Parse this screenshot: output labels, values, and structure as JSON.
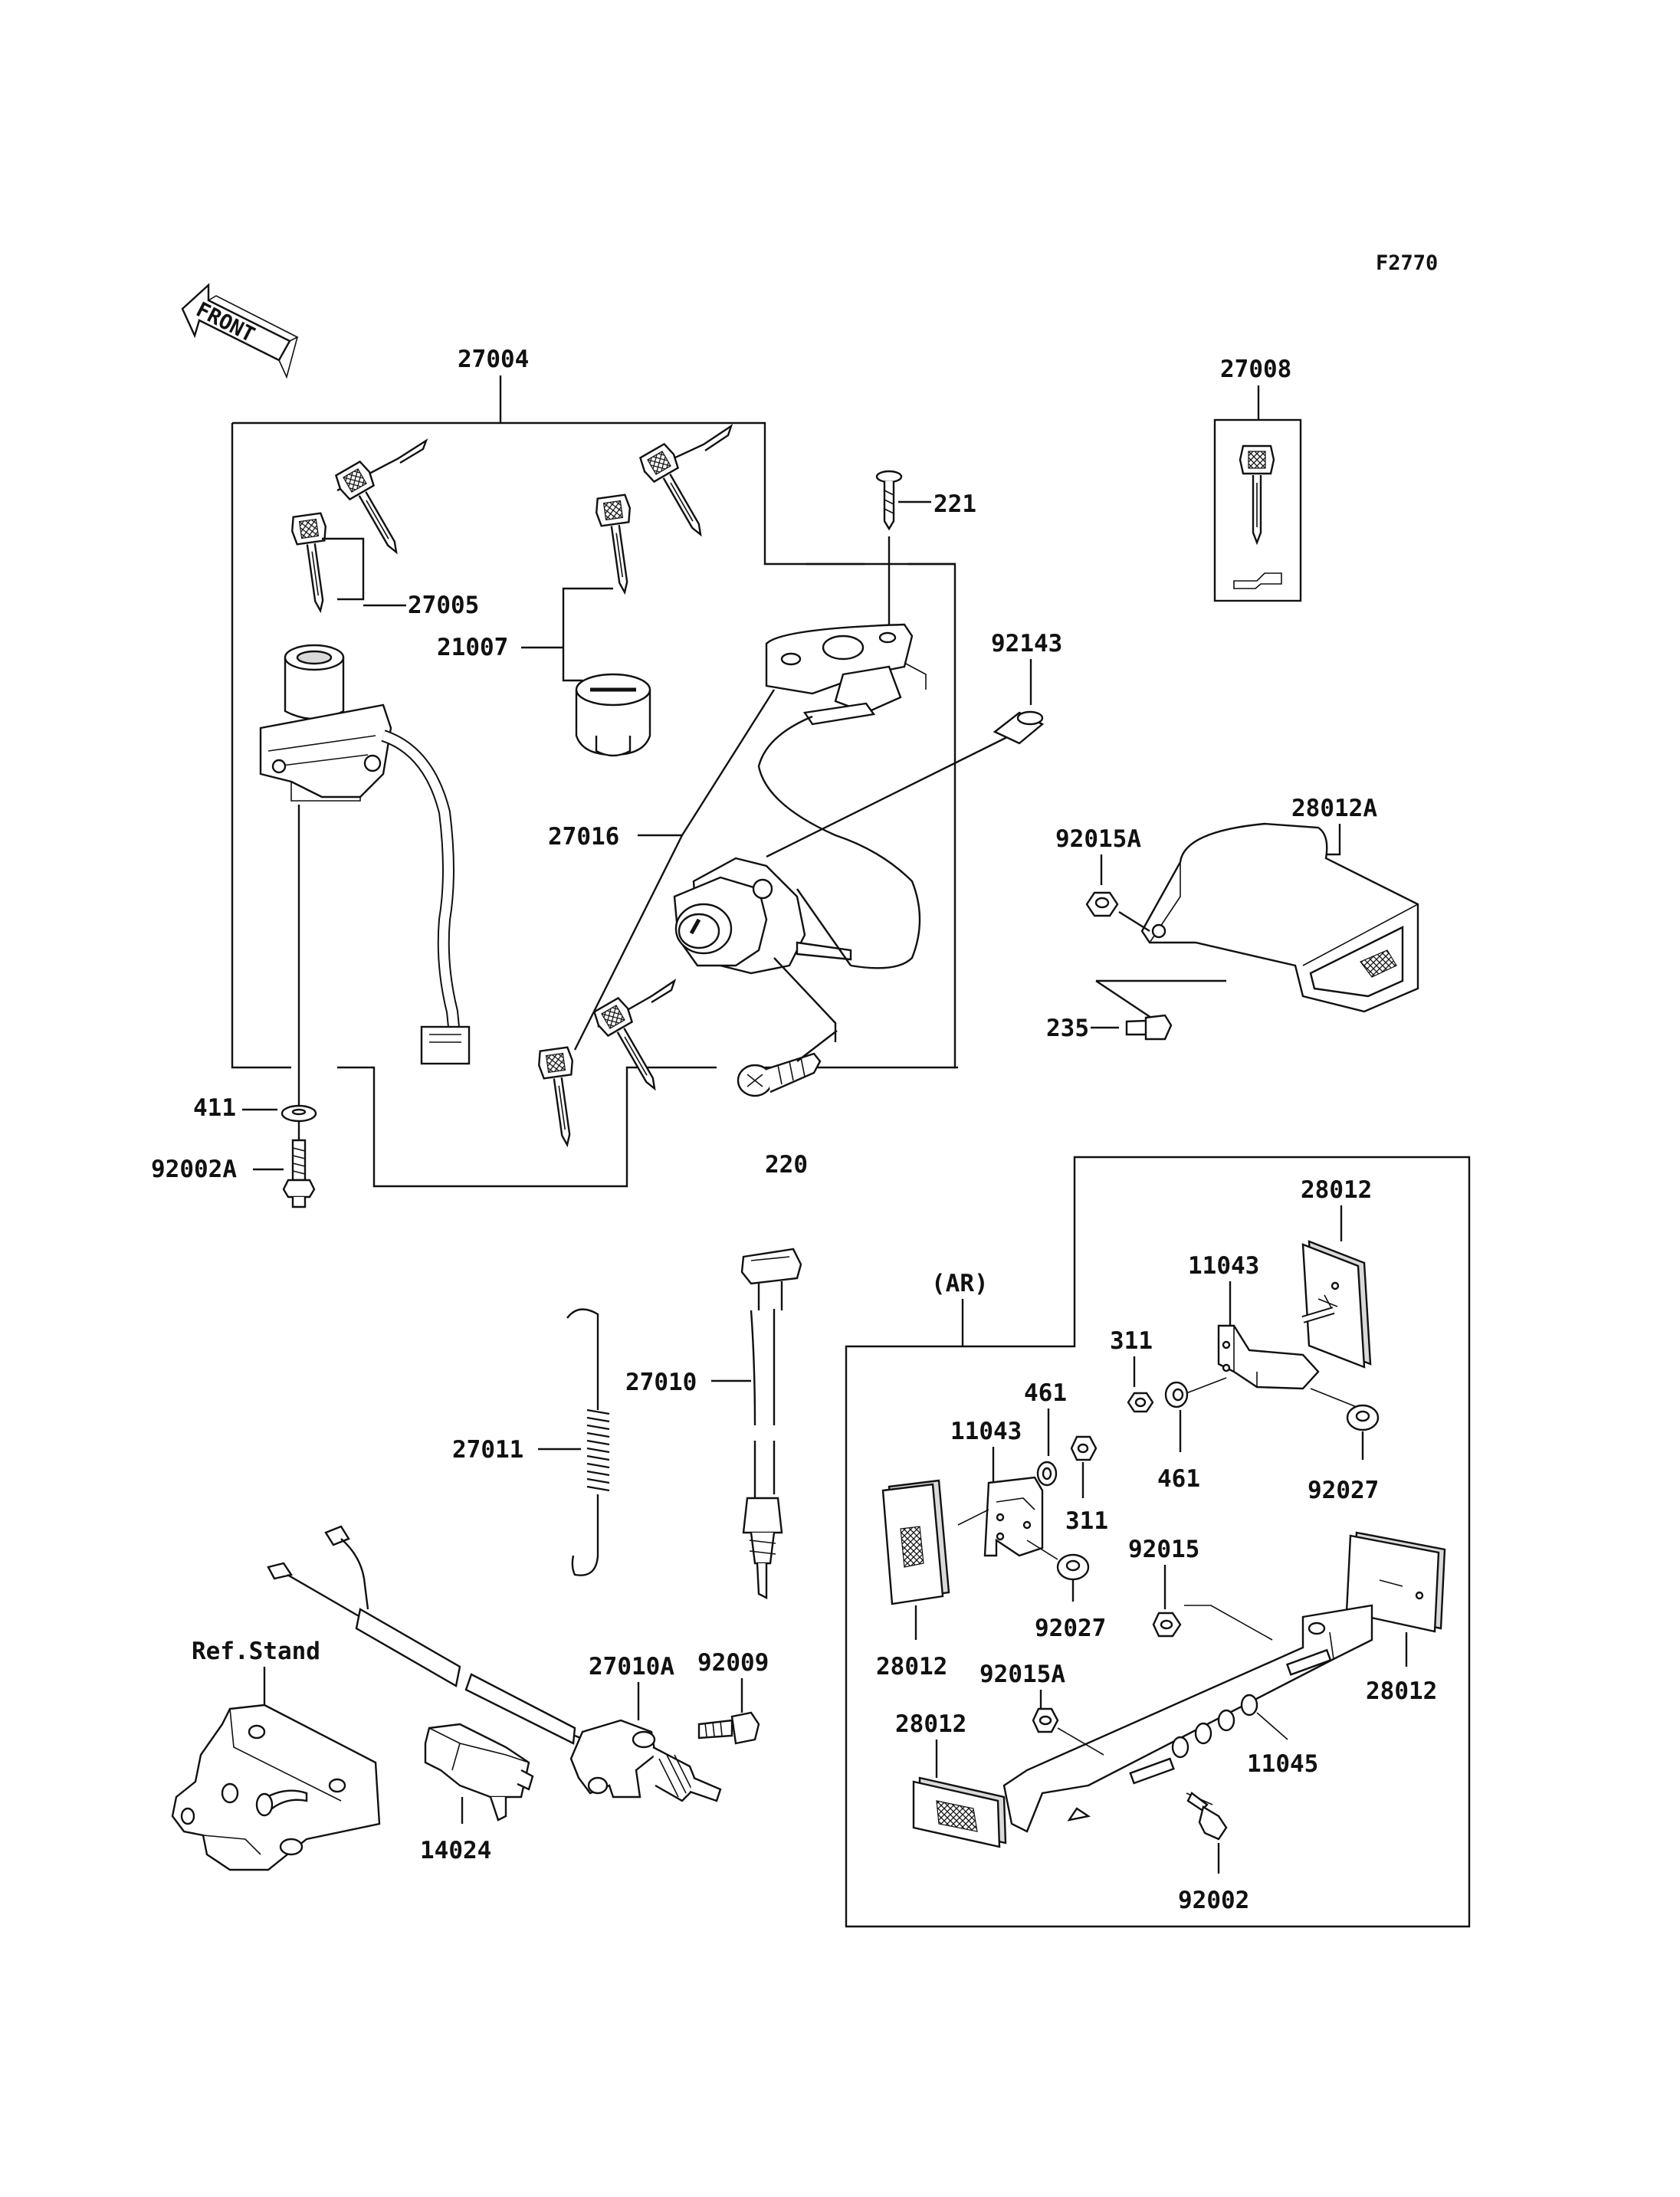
{
  "figure_code": "F2770",
  "front_label": "FRONT",
  "ar_label": "(AR)",
  "ref_stand": "Ref.Stand",
  "parts": {
    "p27004": "27004",
    "p27005": "27005",
    "p21007": "21007",
    "p221": "221",
    "p27008": "27008",
    "p92143": "92143",
    "p27016": "27016",
    "p28012A": "28012A",
    "p92015A_top": "92015A",
    "p235": "235",
    "p411": "411",
    "p92002A": "92002A",
    "p220": "220",
    "p28012_r1": "28012",
    "p11043_r": "11043",
    "p311_r": "311",
    "p461_r": "461",
    "p92027_r": "92027",
    "p461_l": "461",
    "p11043_l": "11043",
    "p311_l": "311",
    "p27010": "27010",
    "p27011": "27011",
    "p28012_l": "28012",
    "p92027_l": "92027",
    "p92015": "92015",
    "p92015A_low": "92015A",
    "p28012_r2": "28012",
    "p11045": "11045",
    "p28012_bl": "28012",
    "p92002": "92002",
    "p27010A": "27010A",
    "p92009": "92009",
    "p14024": "14024"
  }
}
